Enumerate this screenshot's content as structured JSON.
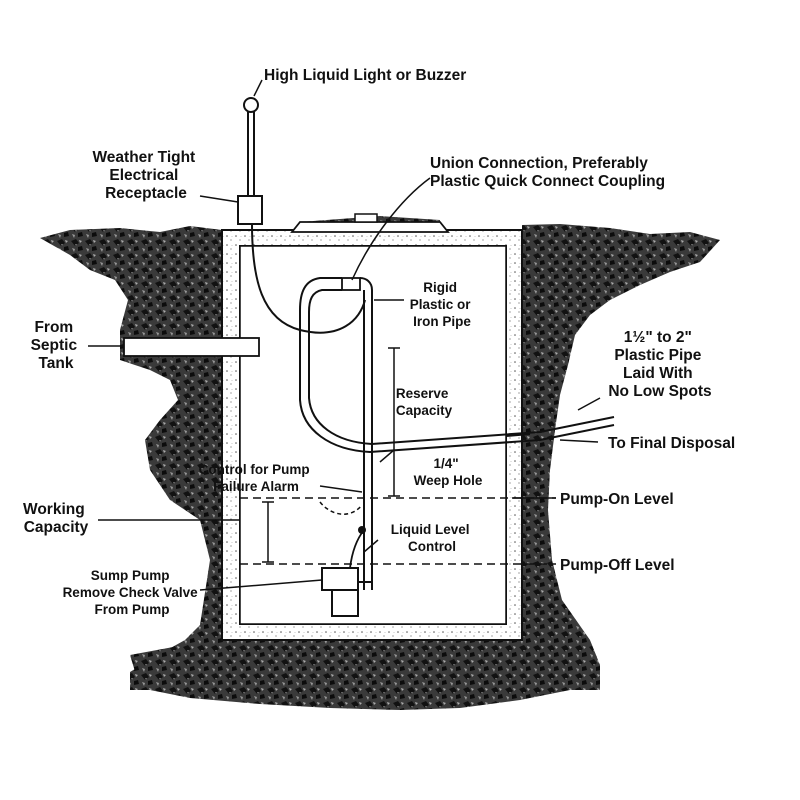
{
  "labels": {
    "alarm_light": "High Liquid Light or Buzzer",
    "receptacle": [
      "Weather Tight",
      "Electrical",
      "Receptacle"
    ],
    "union": [
      "Union Connection, Preferably",
      "Plastic Quick Connect Coupling"
    ],
    "rigid_pipe": [
      "Rigid",
      "Plastic or",
      "Iron Pipe"
    ],
    "from_septic": [
      "From",
      "Septic",
      "Tank"
    ],
    "plastic_pipe": [
      "1½\" to 2\"",
      "Plastic Pipe",
      "Laid With",
      "No Low Spots"
    ],
    "reserve": [
      "Reserve",
      "Capacity"
    ],
    "final_disposal": "To Final Disposal",
    "control_alarm": [
      "Control for Pump",
      "Failure Alarm"
    ],
    "weep_hole": [
      "1/4\"",
      "Weep Hole"
    ],
    "pump_on": "Pump-On Level",
    "working": [
      "Working",
      "Capacity"
    ],
    "liquid_level": [
      "Liquid Level",
      "Control"
    ],
    "pump_off": "Pump-Off Level",
    "sump_pump": [
      "Sump Pump",
      "Remove Check Valve",
      "From Pump"
    ]
  },
  "colors": {
    "ink": "#111111",
    "soil": "#2a2a2a",
    "paper": "#ffffff"
  }
}
